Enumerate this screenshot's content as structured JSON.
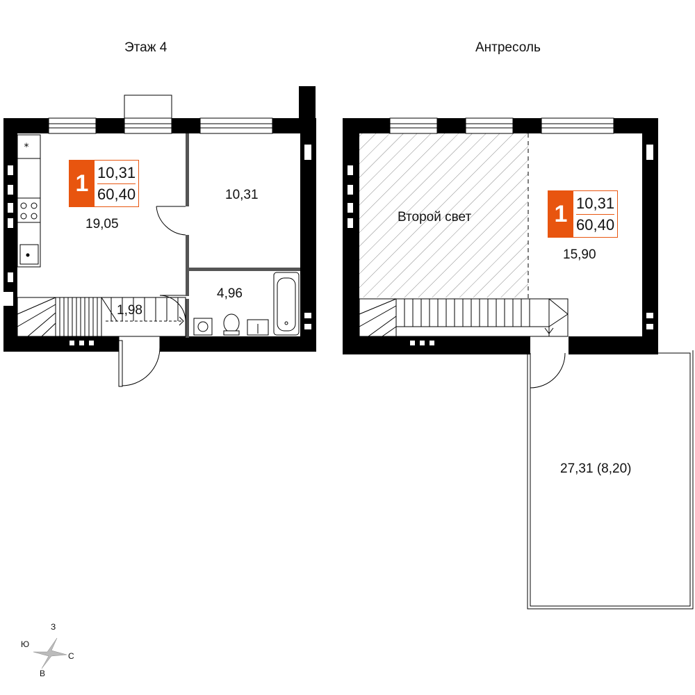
{
  "plan": {
    "left_title": "Этаж 4",
    "right_title": "Антресоль",
    "accent_color": "#e8550f",
    "left_badge": {
      "rooms": "1",
      "living_area": "10,31",
      "total_area": "60,40"
    },
    "right_badge": {
      "rooms": "1",
      "living_area": "10,31",
      "total_area": "60,40"
    },
    "left_rooms": {
      "kitchen_living": "19,05",
      "bedroom": "10,31",
      "bathroom": "4,96",
      "hall": "1,98"
    },
    "right_rooms": {
      "double_height_label": "Второй свет",
      "mezzanine_room": "15,90",
      "terrace": "27,31 (8,20)"
    },
    "compass": {
      "north": "З",
      "west": "Ю",
      "east": "С",
      "south": "В"
    }
  }
}
